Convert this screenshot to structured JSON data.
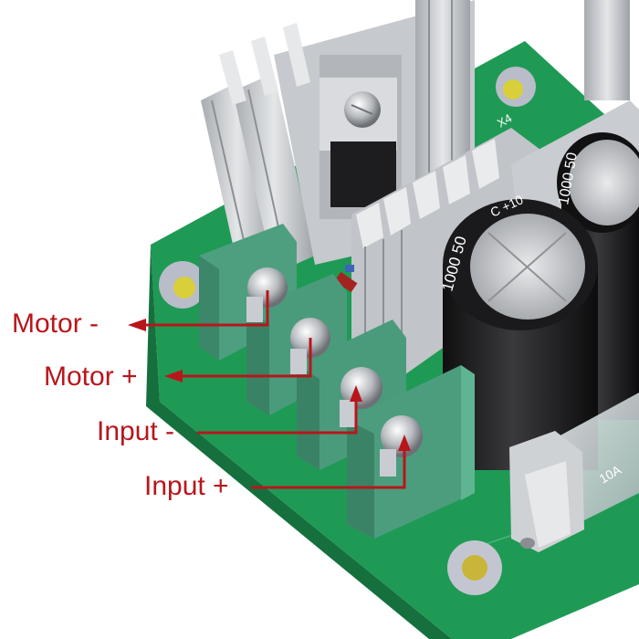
{
  "photo": {
    "subject": "PWM DC motor speed controller board",
    "colors": {
      "background": "#ffffff",
      "pcb": "#1f9a55",
      "terminal_block": "#4a9e7e",
      "heatsink": "#c9ccd0",
      "capacitor": "#1c1c1e",
      "annotation": "#b8161b",
      "mount_pad": "#d8cf3a"
    },
    "silkscreen": {
      "capacitor_marking_1": "1000 50",
      "capacitor_marking_2": "1000 50",
      "capacitor_series": "C +10",
      "fuse_marking": "10A",
      "pcb_marking": "X4"
    }
  },
  "annotations": [
    {
      "label": "Motor -"
    },
    {
      "label": "Motor +"
    },
    {
      "label": "Input -"
    },
    {
      "label": "Input +"
    }
  ]
}
